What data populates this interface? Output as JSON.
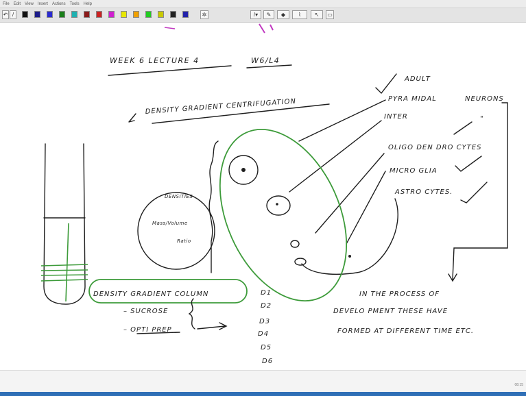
{
  "menu": [
    "File",
    "Edit",
    "View",
    "Insert",
    "Actions",
    "Tools",
    "Help"
  ],
  "toolbar": {
    "colors": [
      "#111111",
      "#1d1d8a",
      "#2b2bd0",
      "#1a7f1a",
      "#1fb0b0",
      "#8a1a1a",
      "#cc2222",
      "#d01fd0",
      "#e8e800",
      "#f0a000",
      "#22cc22",
      "#c9c900",
      "#222222",
      "#2222aa"
    ],
    "pen_icon": "pen-icon",
    "highlighter_icon": "highlighter-icon",
    "eraser_icon": "eraser-icon",
    "lasso_icon": "lasso-icon",
    "insert_space_icon": "insert-space-icon"
  },
  "notes": {
    "header_left": "WEEK 6   LECTURE 4",
    "header_right": "W6/L4",
    "title": "DENSITY   GRADIENT   CENTRIFUGATION",
    "cell_list": {
      "adult": "ADULT",
      "pyramidal": "PYRA MIDAL",
      "neurons": "NEURONS",
      "ditto": "\"",
      "inter": "INTER",
      "oligo": "OLIGO DEN DRO CYTES",
      "micro": "MICRO  GLIA",
      "astro": "ASTRO CYTES."
    },
    "density_circle": {
      "label_top": "DENSITIES",
      "label_mid": "Mass/Volume",
      "label_bot": "Ratio"
    },
    "column_label": "DENSITY   GRADIENT   COLUMN",
    "sucrose": "– SUCROSE",
    "opti_prep": "– OPTI PREP",
    "fractions": [
      "D1",
      "D2",
      "D3",
      "D4",
      "D5",
      "D6"
    ],
    "process_note": {
      "line1": "IN  THE  PROCESS  OF",
      "line2": "DEVELO PMENT   THESE   HAVE",
      "line3": "FORMED  AT   DIFFERENT   TIME  ETC."
    }
  },
  "status": {
    "page_time": "08:15"
  }
}
